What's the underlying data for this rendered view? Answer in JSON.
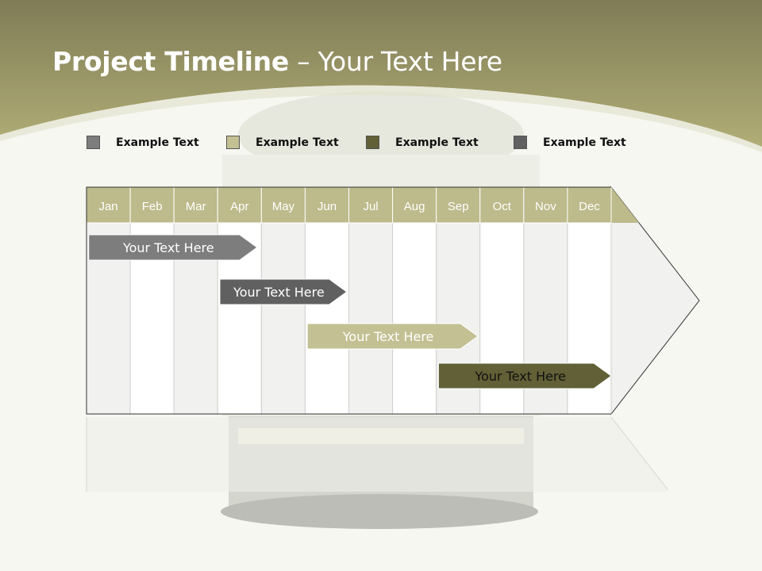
{
  "slide": {
    "title_bold": "Project Timeline",
    "title_rest": " – Your Text Here"
  },
  "colors": {
    "header_band": "#a9a46e",
    "header_band_dark": "#7e7b55",
    "month_header": "#bdba8b",
    "col_light": "#f1f1f0",
    "col_white": "#ffffff",
    "gray": "#7d7d7d",
    "dark_gray": "#606060",
    "khaki": "#c3c093",
    "olive": "#616036"
  },
  "legend": [
    {
      "label": "Example Text",
      "color": "#7d7d7d"
    },
    {
      "label": "Example Text",
      "color": "#c3c093"
    },
    {
      "label": "Example Text",
      "color": "#616036"
    },
    {
      "label": "Example Text",
      "color": "#606060"
    }
  ],
  "chart_data": {
    "type": "gantt",
    "months": [
      "Jan",
      "Feb",
      "Mar",
      "Apr",
      "May",
      "Jun",
      "Jul",
      "Aug",
      "Sep",
      "Oct",
      "Nov",
      "Dec"
    ],
    "tasks": [
      {
        "label": "Your  Text Here",
        "start": 0.05,
        "end": 3.9,
        "color": "#7d7d7d",
        "text_dark": false
      },
      {
        "label": "Your  Text Here",
        "start": 3.05,
        "end": 5.95,
        "color": "#606060",
        "text_dark": false
      },
      {
        "label": "Your  Text Here",
        "start": 5.05,
        "end": 8.95,
        "color": "#c3c093",
        "text_dark": false
      },
      {
        "label": "Your  Text Here",
        "start": 8.05,
        "end": 12.0,
        "color": "#616036",
        "text_dark": true
      }
    ]
  }
}
